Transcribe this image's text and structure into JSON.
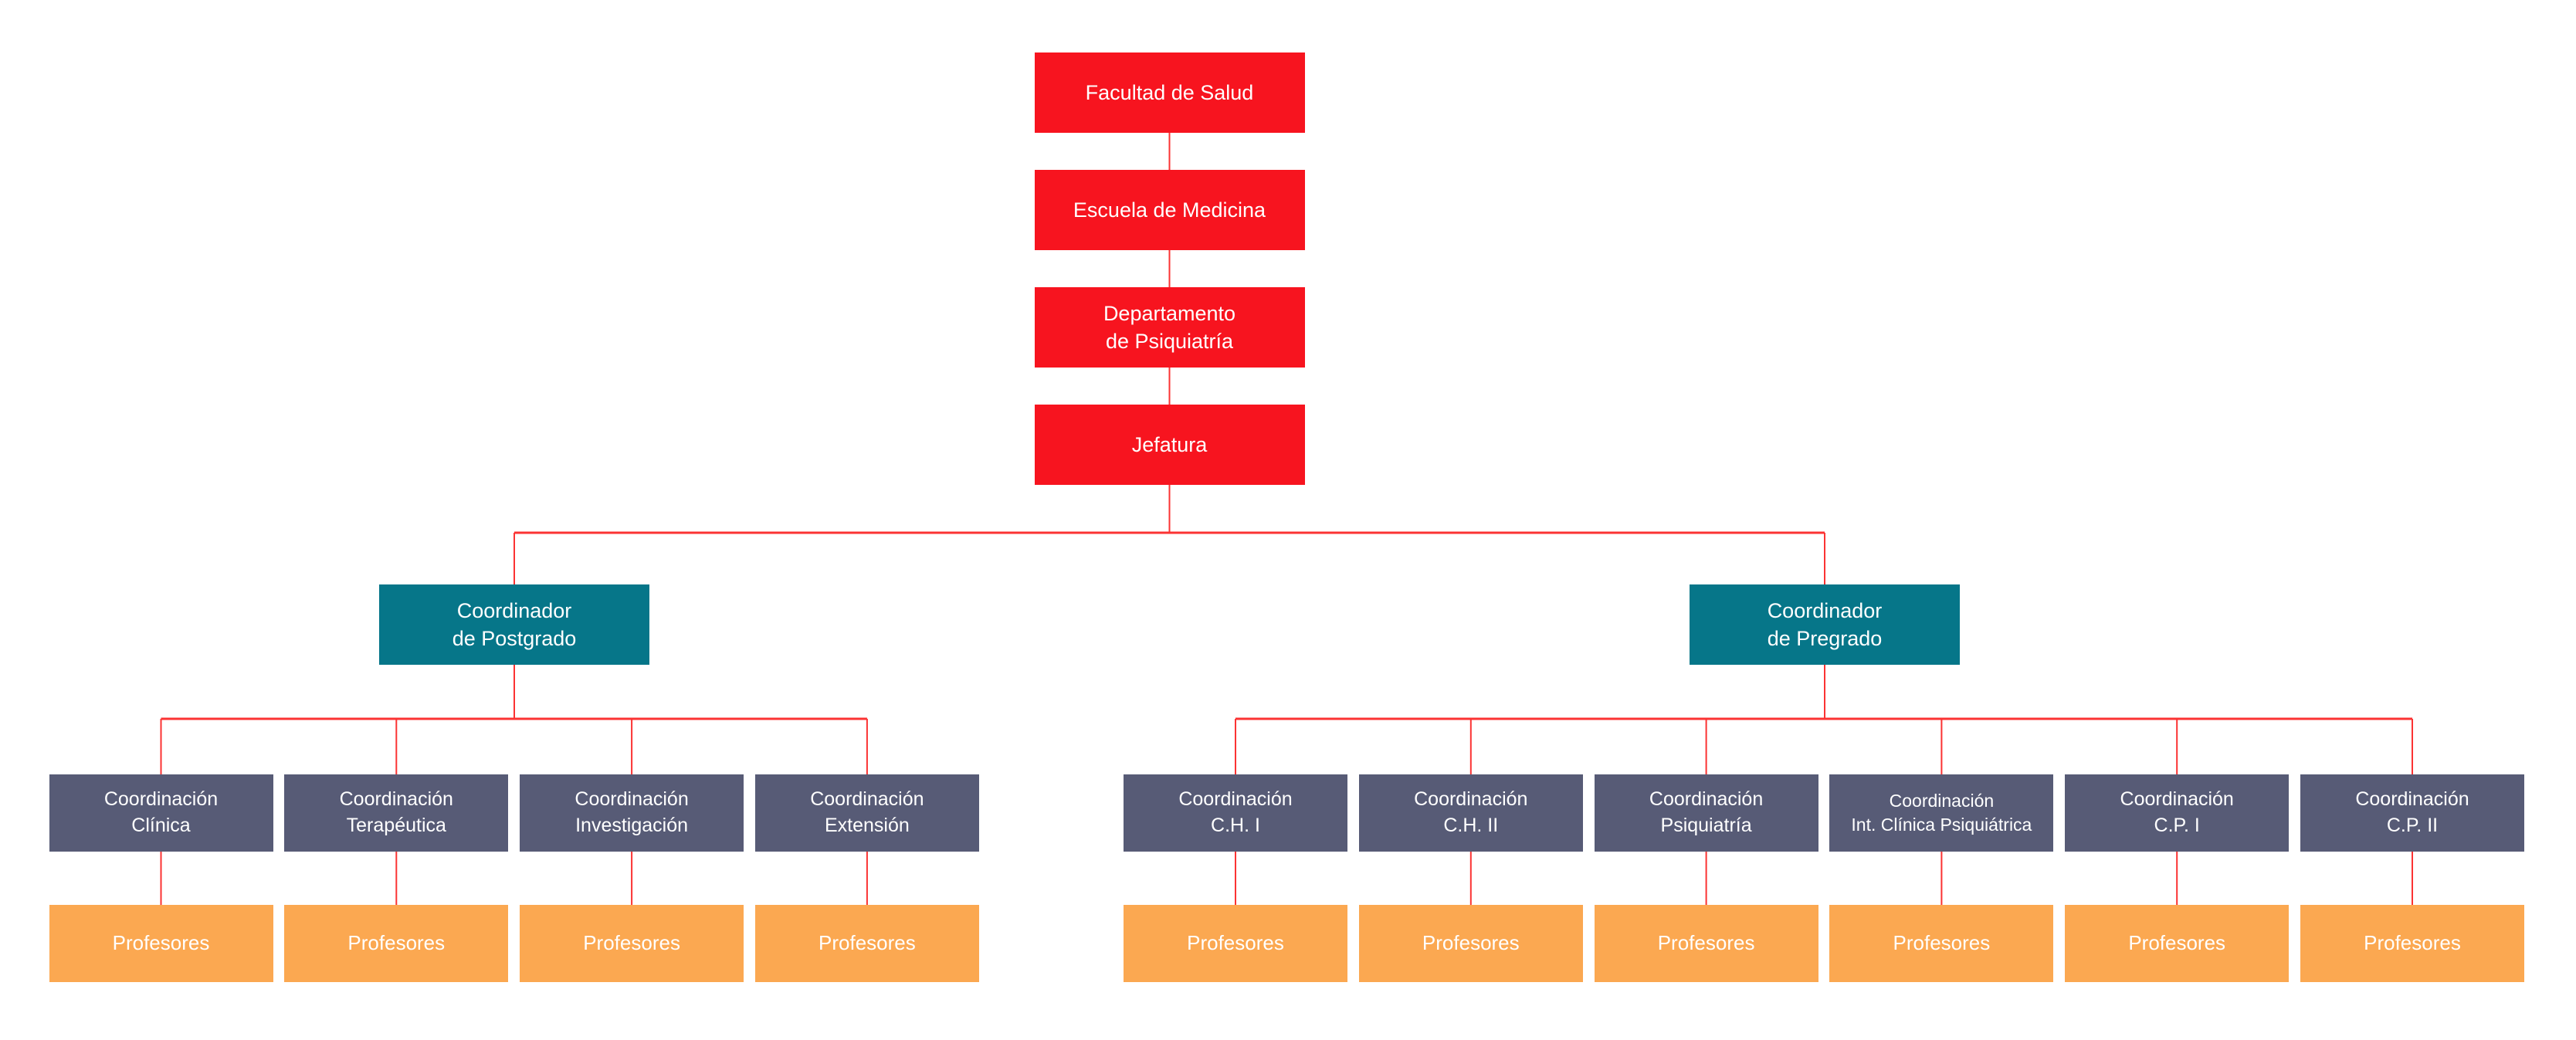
{
  "colors": {
    "level_red": "#f7141f",
    "coordinator_teal": "#067689",
    "coordination_slate": "#575b76",
    "professors_orange": "#fba851",
    "connector_red": "#fb3333",
    "text_white": "#ffffff",
    "background": "#ffffff"
  },
  "org_chart": {
    "hierarchy_chain": [
      {
        "label": "Facultad de Salud"
      },
      {
        "label": "Escuela de Medicina"
      },
      {
        "label": "Departamento\nde Psiquiatría"
      },
      {
        "label": "Jefatura"
      }
    ],
    "branches": [
      {
        "coordinator": {
          "label": "Coordinador\nde Postgrado"
        },
        "children": [
          {
            "label": "Coordinación\nClínica",
            "staff": "Profesores"
          },
          {
            "label": "Coordinación\nTerapéutica",
            "staff": "Profesores"
          },
          {
            "label": "Coordinación\nInvestigación",
            "staff": "Profesores"
          },
          {
            "label": "Coordinación\nExtensión",
            "staff": "Profesores"
          }
        ]
      },
      {
        "coordinator": {
          "label": "Coordinador\nde Pregrado"
        },
        "children": [
          {
            "label": "Coordinación\nC.H. I",
            "staff": "Profesores"
          },
          {
            "label": "Coordinación\nC.H. II",
            "staff": "Profesores"
          },
          {
            "label": "Coordinación\nPsiquiatría",
            "staff": "Profesores"
          },
          {
            "label": "Coordinación\nInt. Clínica Psiquiátrica",
            "staff": "Profesores"
          },
          {
            "label": "Coordinación\nC.P. I",
            "staff": "Profesores"
          },
          {
            "label": "Coordinación\nC.P. II",
            "staff": "Profesores"
          }
        ]
      }
    ]
  }
}
